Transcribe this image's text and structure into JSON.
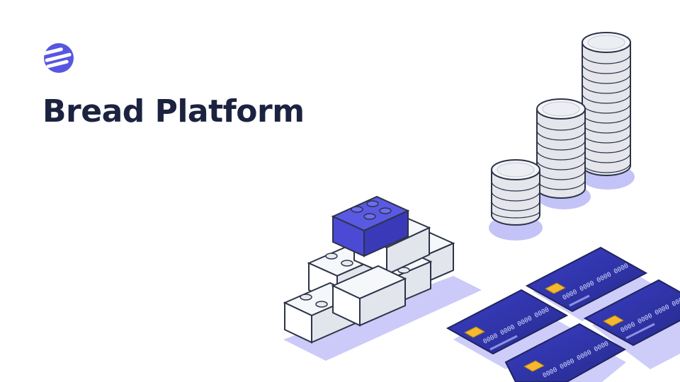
{
  "brand": {
    "logo": "bread-logo-icon",
    "accent_color": "#5856e0",
    "title_color": "#1b2340"
  },
  "slide": {
    "title": "Bread Platform"
  },
  "illustration": {
    "elements": [
      "building-blocks",
      "coin-stacks",
      "credit-cards"
    ],
    "card_number": "0000 0000 0000 0000"
  }
}
